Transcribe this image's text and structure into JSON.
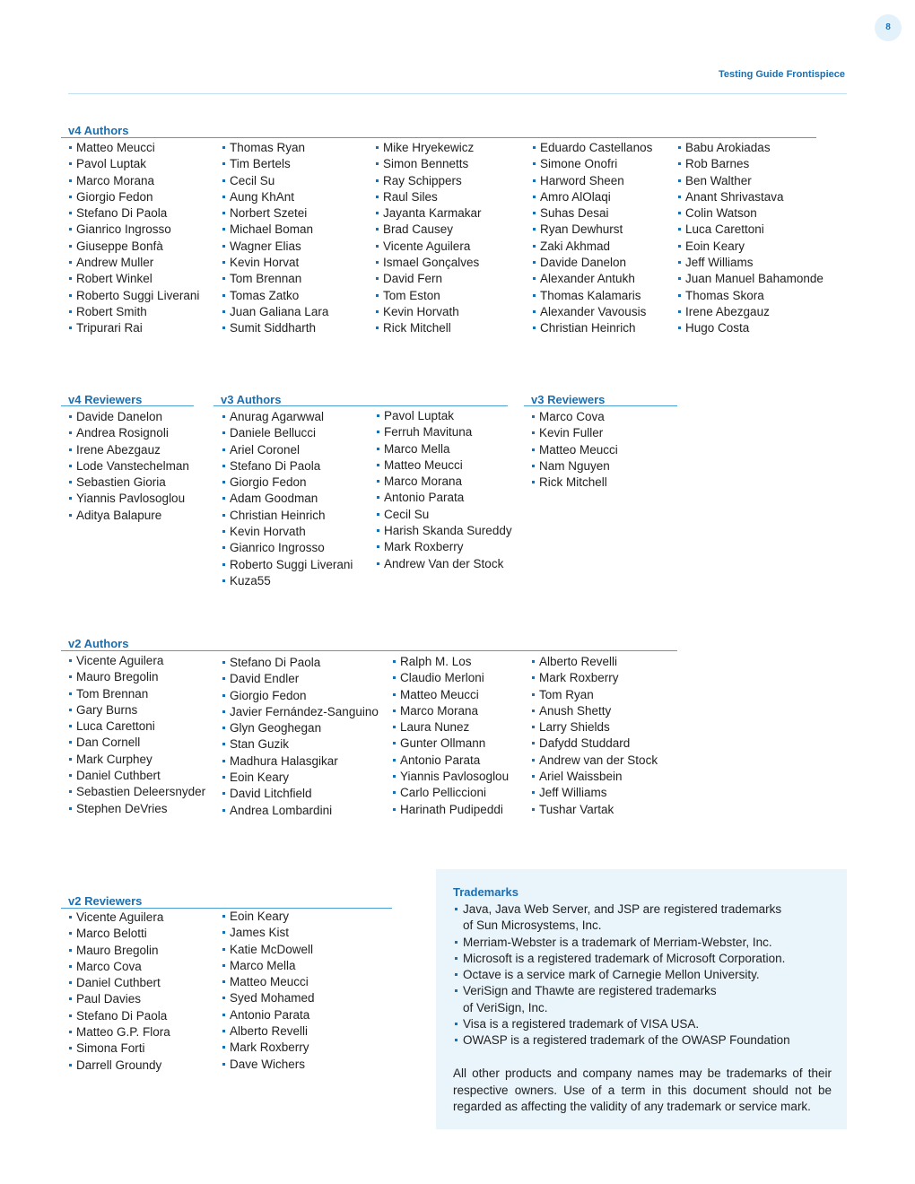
{
  "header": {
    "page_number": "8",
    "title": "Testing Guide Frontispiece"
  },
  "v4_authors": {
    "title": "v4 Authors",
    "columns": [
      [
        "Matteo Meucci",
        "Pavol Luptak",
        "Marco Morana",
        "Giorgio Fedon",
        "Stefano Di Paola",
        "Gianrico Ingrosso",
        "Giuseppe Bonfà",
        "Andrew Muller",
        "Robert Winkel",
        "Roberto Suggi Liverani",
        "Robert Smith",
        "Tripurari Rai"
      ],
      [
        "Thomas Ryan",
        "Tim Bertels",
        "Cecil Su",
        "Aung KhAnt",
        "Norbert Szetei",
        "Michael Boman",
        "Wagner Elias",
        "Kevin Horvat",
        "Tom Brennan",
        "Tomas Zatko",
        "Juan Galiana Lara",
        "Sumit Siddharth"
      ],
      [
        "Mike Hryekewicz",
        "Simon Bennetts",
        "Ray Schippers",
        "Raul Siles",
        "Jayanta Karmakar",
        "Brad Causey",
        "Vicente Aguilera",
        "Ismael Gonçalves",
        "David Fern",
        "Tom Eston",
        "Kevin Horvath",
        "Rick Mitchell"
      ],
      [
        "Eduardo Castellanos",
        "Simone Onofri",
        "Harword Sheen",
        "Amro AlOlaqi",
        "Suhas Desai",
        "Ryan Dewhurst",
        "Zaki Akhmad",
        "Davide Danelon",
        "Alexander Antukh",
        "Thomas Kalamaris",
        "Alexander Vavousis",
        "Christian Heinrich"
      ],
      [
        "Babu Arokiadas",
        "Rob Barnes",
        "Ben Walther",
        "Anant Shrivastava",
        "Colin Watson",
        "Luca Carettoni",
        "Eoin Keary",
        "Jeff Williams",
        "Juan Manuel Bahamonde",
        "Thomas Skora",
        "Irene Abezgauz",
        "Hugo Costa"
      ]
    ]
  },
  "v4_reviewers": {
    "title": "v4 Reviewers",
    "columns": [
      [
        "Davide Danelon",
        "Andrea Rosignoli",
        "Irene Abezgauz",
        "Lode Vanstechelman",
        "Sebastien Gioria",
        "Yiannis Pavlosoglou",
        "Aditya Balapure"
      ]
    ]
  },
  "v3_authors": {
    "title": "v3 Authors",
    "columns": [
      [
        "Anurag Agarwwal",
        "Daniele Bellucci",
        "Ariel Coronel",
        "Stefano Di Paola",
        "Giorgio Fedon",
        "Adam Goodman",
        "Christian Heinrich",
        "Kevin Horvath",
        "Gianrico Ingrosso",
        "Roberto Suggi Liverani",
        "Kuza55"
      ],
      [
        "Pavol Luptak",
        "Ferruh Mavituna",
        "Marco Mella",
        "Matteo Meucci",
        "Marco Morana",
        "Antonio Parata",
        "Cecil Su",
        "Harish Skanda Sureddy",
        "Mark Roxberry",
        "Andrew Van der Stock"
      ]
    ]
  },
  "v3_reviewers": {
    "title": "v3 Reviewers",
    "columns": [
      [
        "Marco Cova",
        "Kevin Fuller",
        "Matteo Meucci",
        "Nam Nguyen",
        "Rick Mitchell"
      ]
    ]
  },
  "v2_authors": {
    "title": "v2 Authors",
    "columns": [
      [
        "Vicente Aguilera",
        "Mauro Bregolin",
        "Tom Brennan",
        "Gary Burns",
        "Luca Carettoni",
        "Dan Cornell",
        "Mark Curphey",
        "Daniel Cuthbert",
        "Sebastien Deleersnyder",
        "Stephen DeVries"
      ],
      [
        "Stefano Di Paola",
        "David Endler",
        "Giorgio Fedon",
        "Javier Fernández-Sanguino",
        "Glyn Geoghegan",
        "Stan Guzik",
        "Madhura Halasgikar",
        "Eoin Keary",
        "David Litchfield",
        "Andrea Lombardini"
      ],
      [
        "Ralph M. Los",
        "Claudio Merloni",
        "Matteo Meucci",
        "Marco Morana",
        "Laura Nunez",
        "Gunter Ollmann",
        "Antonio Parata",
        "Yiannis Pavlosoglou",
        "Carlo Pelliccioni",
        "Harinath Pudipeddi"
      ],
      [
        "Alberto Revelli",
        "Mark Roxberry",
        "Tom Ryan",
        "Anush Shetty",
        "Larry Shields",
        "Dafydd Studdard",
        "Andrew van der Stock",
        "Ariel Waissbein",
        "Jeff Williams",
        "Tushar Vartak"
      ]
    ]
  },
  "v2_reviewers": {
    "title": "v2 Reviewers",
    "columns": [
      [
        "Vicente Aguilera",
        "Marco Belotti",
        "Mauro Bregolin",
        "Marco Cova",
        "Daniel Cuthbert",
        "Paul Davies",
        "Stefano Di Paola",
        "Matteo G.P. Flora",
        "Simona Forti",
        "Darrell Groundy"
      ],
      [
        "Eoin Keary",
        "James Kist",
        "Katie McDowell",
        "Marco Mella",
        "Matteo Meucci",
        "Syed Mohamed",
        "Antonio Parata",
        "Alberto Revelli",
        "Mark Roxberry",
        "Dave Wichers"
      ]
    ]
  },
  "trademarks": {
    "title": "Trademarks",
    "items": [
      [
        "Java, Java Web Server, and JSP are registered trademarks",
        "of Sun Microsystems, Inc."
      ],
      [
        "Merriam-Webster is a trademark of Merriam-Webster, Inc."
      ],
      [
        "Microsoft is a registered trademark of Microsoft Corporation."
      ],
      [
        "Octave is a service mark of Carnegie Mellon University."
      ],
      [
        "VeriSign and Thawte are registered trademarks",
        "of VeriSign, Inc."
      ],
      [
        "Visa is a registered trademark of VISA USA."
      ],
      [
        "OWASP is a registered trademark of the OWASP Foundation"
      ]
    ],
    "note": "All other products and company names may be trademarks of their respective owners. Use of a term in this document should not be regarded as affecting the validity of any trademark or service mark."
  }
}
